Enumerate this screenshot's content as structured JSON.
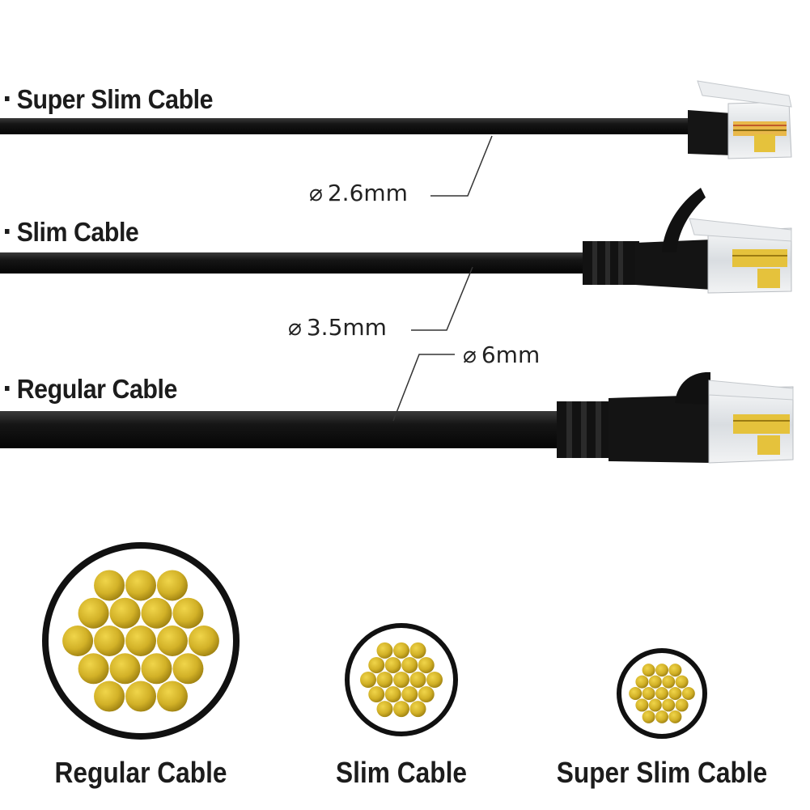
{
  "cables": [
    {
      "name": "Super Slim Cable",
      "diameter": "2.6mm"
    },
    {
      "name": "Slim Cable",
      "diameter": "3.5mm"
    },
    {
      "name": "Regular Cable",
      "diameter": "6mm"
    }
  ],
  "cross_sections": [
    {
      "label": "Regular Cable"
    },
    {
      "label": "Slim Cable"
    },
    {
      "label": "Super Slim Cable"
    }
  ],
  "symbols": {
    "diameter": "⌀",
    "bullet": "·"
  },
  "colors": {
    "cable": "#141414",
    "wire": "#d6b72a",
    "wire_shadow": "#a88a12",
    "gold_pin": "#e5c23c",
    "connector_clear": "#e9ecef"
  }
}
